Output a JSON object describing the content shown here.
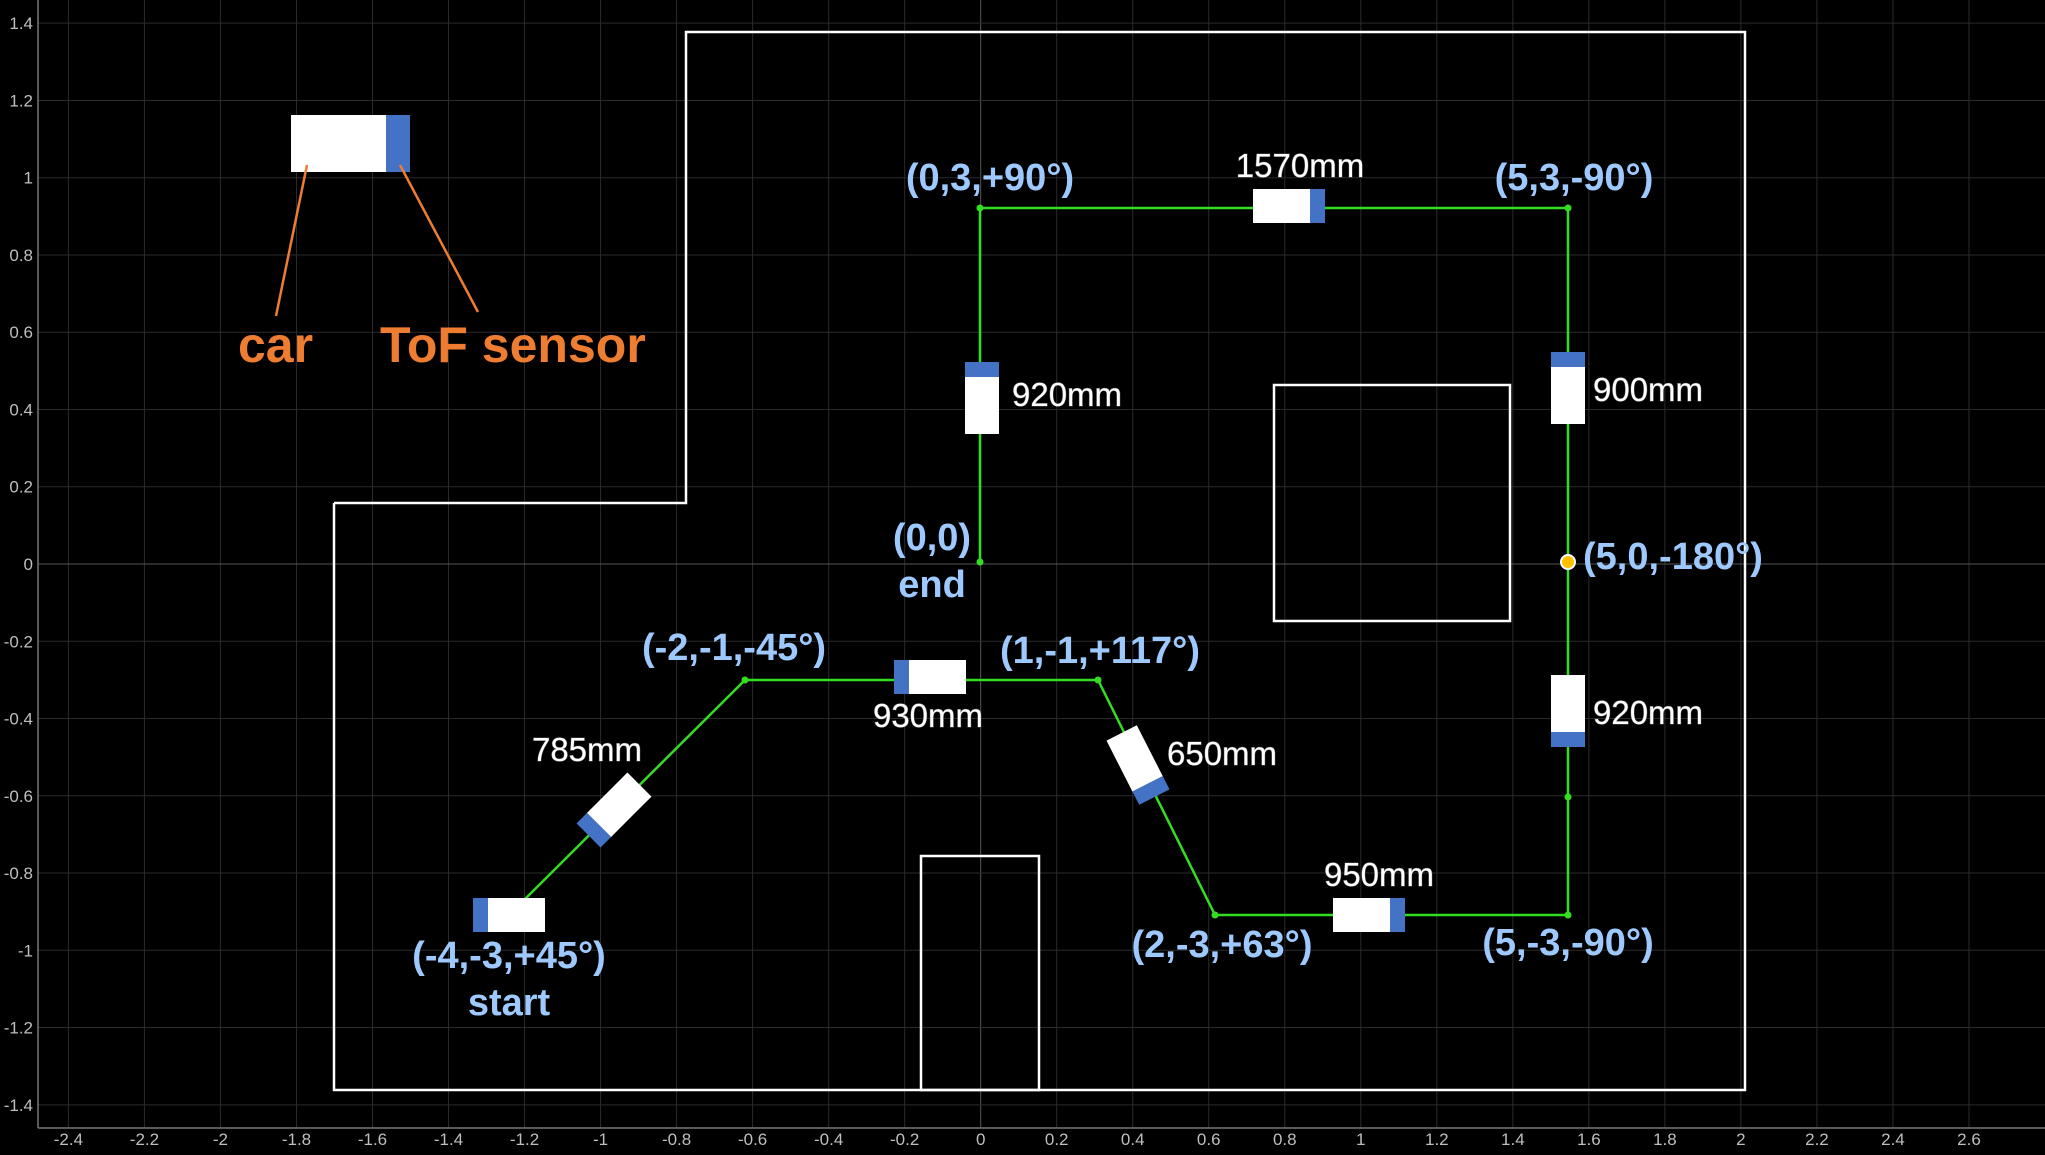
{
  "axes": {
    "x_ticks": [
      "-2.4",
      "-2.2",
      "-2",
      "-1.8",
      "-1.6",
      "-1.4",
      "-1.2",
      "-1",
      "-0.8",
      "-0.6",
      "-0.4",
      "-0.2",
      "0",
      "0.2",
      "0.4",
      "0.6",
      "0.8",
      "1",
      "1.2",
      "1.4",
      "1.6",
      "1.8",
      "2",
      "2.2",
      "2.4",
      "2.6"
    ],
    "y_ticks": [
      "1.4",
      "1.2",
      "1",
      "0.8",
      "0.6",
      "0.4",
      "0.2",
      "0",
      "-0.2",
      "-0.4",
      "-0.6",
      "-0.8",
      "-1",
      "-1.2",
      "-1.4"
    ],
    "x_range": [
      -2.48,
      2.8
    ],
    "y_range": [
      -1.46,
      1.46
    ],
    "grid": true
  },
  "colors": {
    "background": "#000000",
    "grid": "#2b2b2b",
    "axis": "#555555",
    "wall": "#ffffff",
    "path": "#33dd22",
    "car_body": "#ffffff",
    "sensor": "#4472c4",
    "coord_label": "#9ec9ff",
    "legend_text": "#ee7d31",
    "highlight_point": "#ffc000"
  },
  "legend": {
    "car_label": "car",
    "sensor_label": "ToF sensor"
  },
  "waypoints": [
    {
      "label": "(-4,-3,+45°)",
      "sublabel": "start"
    },
    {
      "label": "(-2,-1,-45°)"
    },
    {
      "label": "(1,-1,+117°)"
    },
    {
      "label": "(2,-3,+63°)"
    },
    {
      "label": "(5,-3,-90°)"
    },
    {
      "label": "(5,0,-180°)"
    },
    {
      "label": "(5,3,-90°)"
    },
    {
      "label": "(0,3,+90°)"
    },
    {
      "label": "(0,0)",
      "sublabel": "end"
    }
  ],
  "distances": [
    {
      "label": "785mm"
    },
    {
      "label": "930mm"
    },
    {
      "label": "650mm"
    },
    {
      "label": "950mm"
    },
    {
      "label": "920mm"
    },
    {
      "label": "900mm"
    },
    {
      "label": "1570mm"
    },
    {
      "label": "920mm"
    }
  ]
}
